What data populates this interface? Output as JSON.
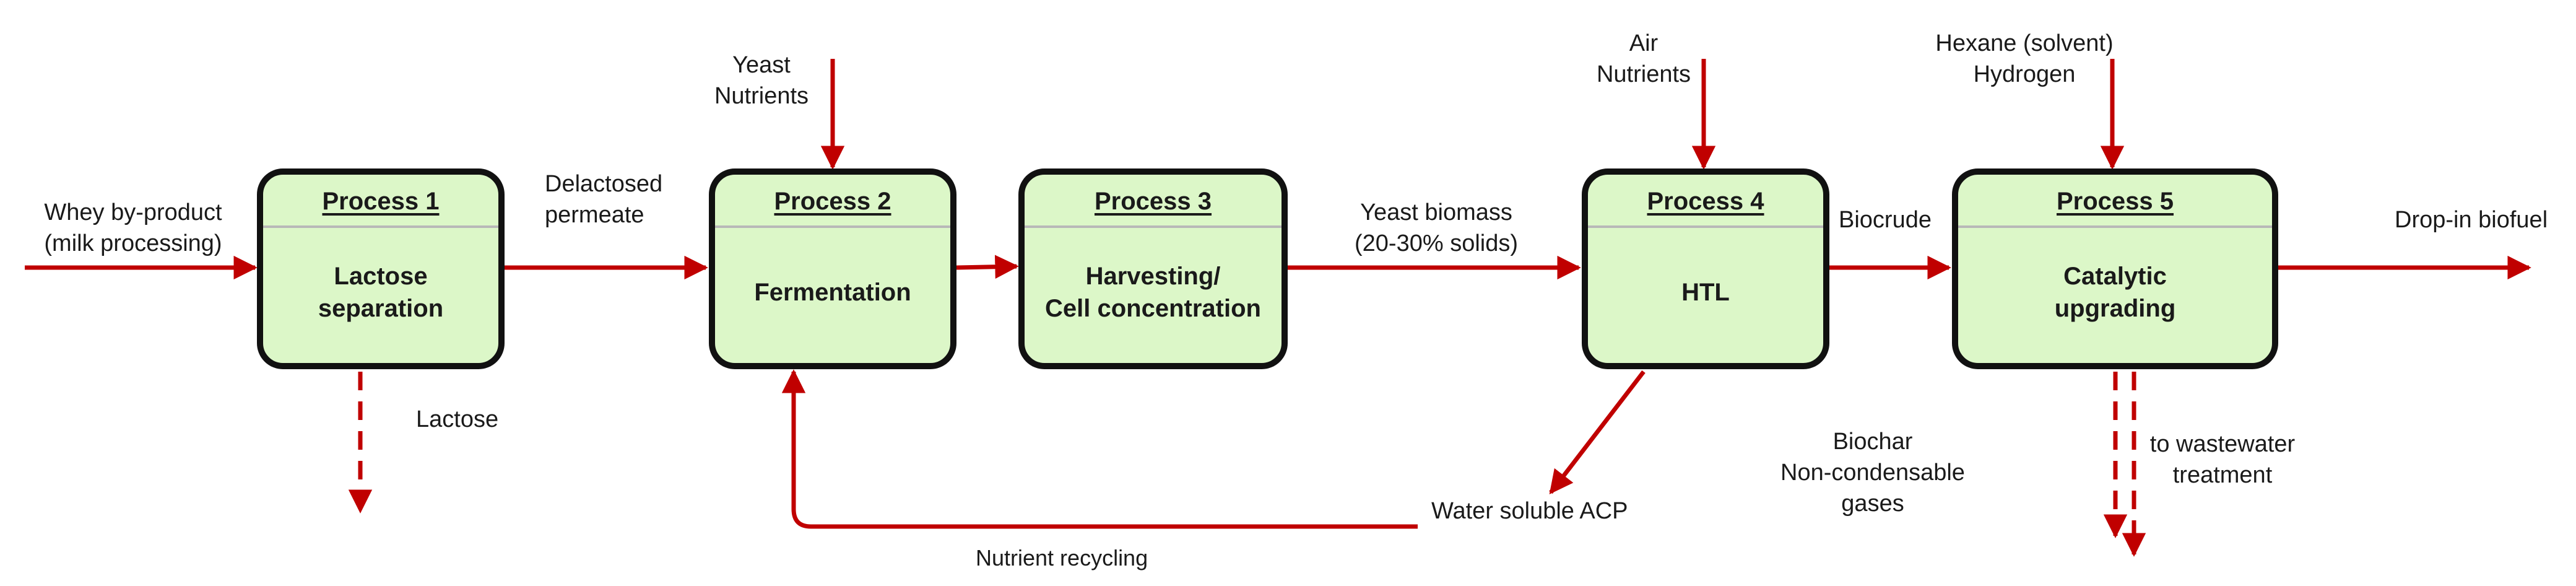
{
  "colors": {
    "arrow": "#c00000",
    "box_fill": "#dcf7c8",
    "box_border": "#111111"
  },
  "processes": [
    {
      "title": "Process 1",
      "label": "Lactose\nseparation"
    },
    {
      "title": "Process 2",
      "label": "Fermentation"
    },
    {
      "title": "Process 3",
      "label": "Harvesting/\nCell concentration"
    },
    {
      "title": "Process 4",
      "label": "HTL"
    },
    {
      "title": "Process 5",
      "label": "Catalytic\nupgrading"
    }
  ],
  "labels": {
    "whey": "Whey by-product\n(milk processing)",
    "delactosed": "Delactosed\npermeate",
    "yeast_nutrients": "Yeast\nNutrients",
    "yeast_biomass": "Yeast biomass\n(20-30% solids)",
    "air_nutrients": "Air\nNutrients",
    "biocrude": "Biocrude",
    "hexane_hydrogen": "Hexane (solvent)\nHydrogen",
    "dropin": "Drop-in biofuel",
    "lactose": "Lactose",
    "nutrient_recycling": "Nutrient recycling",
    "water_soluble": "Water soluble ACP",
    "biochar": "Biochar\nNon-condensable\ngases",
    "wastewater": "to wastewater\ntreatment"
  }
}
